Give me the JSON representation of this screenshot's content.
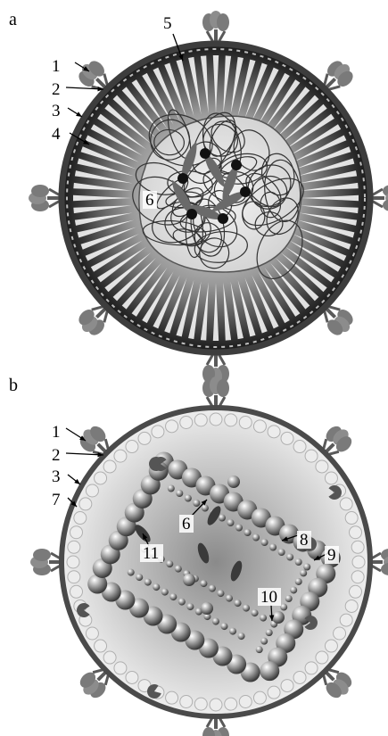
{
  "panels": [
    {
      "id": "a",
      "label": "a",
      "callouts": [
        {
          "id": "1",
          "text": "1"
        },
        {
          "id": "2",
          "text": "2"
        },
        {
          "id": "3",
          "text": "3"
        },
        {
          "id": "4",
          "text": "4"
        },
        {
          "id": "5",
          "text": "5"
        },
        {
          "id": "6",
          "text": "6"
        }
      ]
    },
    {
      "id": "b",
      "label": "b",
      "callouts": [
        {
          "id": "1",
          "text": "1"
        },
        {
          "id": "2",
          "text": "2"
        },
        {
          "id": "3",
          "text": "3"
        },
        {
          "id": "7",
          "text": "7"
        },
        {
          "id": "6",
          "text": "6"
        },
        {
          "id": "8",
          "text": "8"
        },
        {
          "id": "9",
          "text": "9"
        },
        {
          "id": "11",
          "text": "11"
        },
        {
          "id": "10",
          "text": "10"
        }
      ]
    }
  ],
  "colors": {
    "envelope": "#4a4a4a",
    "spike": "#7a7a7a",
    "spike_dark": "#5a5a5a",
    "matrix_bead": "#ececec",
    "capsid_bead": "#8e8e8e",
    "rna": "#333333",
    "background": "#ffffff"
  },
  "icons": [
    "envelope-spike-icon",
    "sphere-bead-icon",
    "pacman-enzyme-icon"
  ]
}
